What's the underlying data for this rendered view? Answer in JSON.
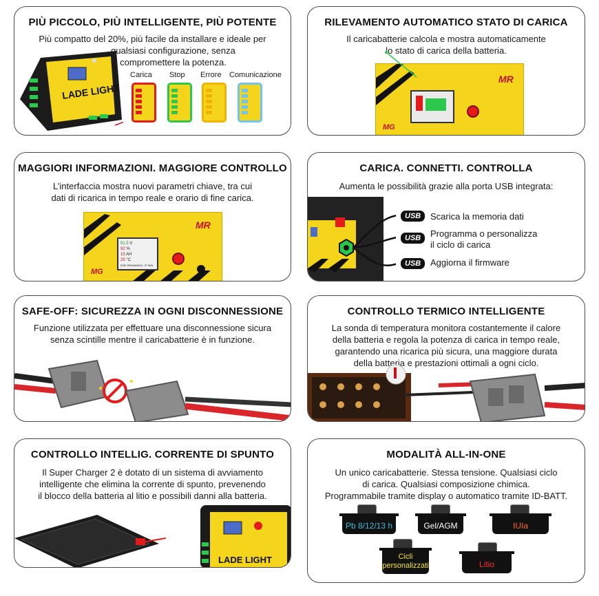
{
  "cards": {
    "c1": {
      "title": "PIÙ PICCOLO, PIÙ INTELLIGENTE, PIÙ POTENTE",
      "body_line1": "Più compatto del 20%, più facile da installare e ideale per",
      "body_line2": "qualsiasi configurazione, senza",
      "body_line3": "compromettere la potenza.",
      "states": [
        "Carica",
        "Stop",
        "Errore",
        "Comunicazione"
      ],
      "device_brand": "LADE LIGHT"
    },
    "c2": {
      "title": "RILEVAMENTO AUTOMATICO STATO DI CARICA",
      "body_line1": "Il caricabatterie calcola e mostra automaticamente",
      "body_line2": "lo stato di carica della batteria."
    },
    "c3": {
      "title": "MAGGIORI INFORMAZIONI. MAGGIORE CONTROLLO",
      "body_line1": "L’interfaccia mostra nuovi parametri chiave, tra cui",
      "body_line2": "dati di ricarica in tempo reale e orario di fine carica.",
      "screen_values": [
        "51.5",
        "92",
        "15",
        "25"
      ],
      "screen_units": [
        "V",
        "%",
        "AH",
        "°C"
      ],
      "screen_footer": "END REMAINING: 37 MIN"
    },
    "c4": {
      "title": "CARICA. CONNETTI. CONTROLLA",
      "body_line1": "Aumenta le possibilità grazie alla porta USB integrata:",
      "usb_badge": "USB",
      "items": [
        "Scarica la memoria dati",
        "Programma o personalizza",
        "il ciclo di carica",
        "Aggiorna il firmware"
      ]
    },
    "c5": {
      "title": "SAFE-OFF: SICUREZZA IN OGNI DISCONNESSIONE",
      "body_line1": "Funzione utilizzata per effettuare una disconnessione sicura",
      "body_line2": "senza scintille mentre il caricabatterie è in funzione."
    },
    "c6": {
      "title": "CONTROLLO TERMICO INTELLIGENTE",
      "body_line1": "La sonda di temperatura monitora costantemente il calore",
      "body_line2": "della batteria e regola la potenza di carica in tempo reale,",
      "body_line3": "garantendo una ricarica più sicura, una maggiore durata",
      "body_line4": "della batteria e prestazioni ottimali a ogni ciclo."
    },
    "c7": {
      "title": "CONTROLLO INTELLIG. CORRENTE DI SPUNTO",
      "body_line1": "Il Super Charger 2 è dotato di un sistema di avviamento",
      "body_line2": "intelligente che elimina la corrente di spunto, prevenendo",
      "body_line3": "il blocco della batteria al litio e possibili danni alla batteria.",
      "device_brand": "LADE LIGHT"
    },
    "c8": {
      "title": "MODALITÀ ALL-IN-ONE",
      "body_line1": "Un unico caricabatterie. Stessa tensione. Qualsiasi ciclo",
      "body_line2": "di carica. Qualsiasi composizione chimica.",
      "body_line3": "Programmabile tramite display o automatico tramite ID-BATT.",
      "modes": [
        "Pb 8/12/13 h",
        "Gel/AGM",
        "IUIa",
        "Cicli personalizzati",
        "Litio"
      ]
    }
  },
  "brand": {
    "mr_logo": "MR",
    "mg_logo": "MG"
  },
  "colors": {
    "panel_yellow": "#f4d51b",
    "accent_red": "#c8101e",
    "mode_pb": "#3fb8d8",
    "mode_gel": "#ffffff",
    "mode_iuia": "#ff6a1a",
    "mode_cicli": "#f4e61b",
    "mode_litio": "#ff2a2a"
  }
}
